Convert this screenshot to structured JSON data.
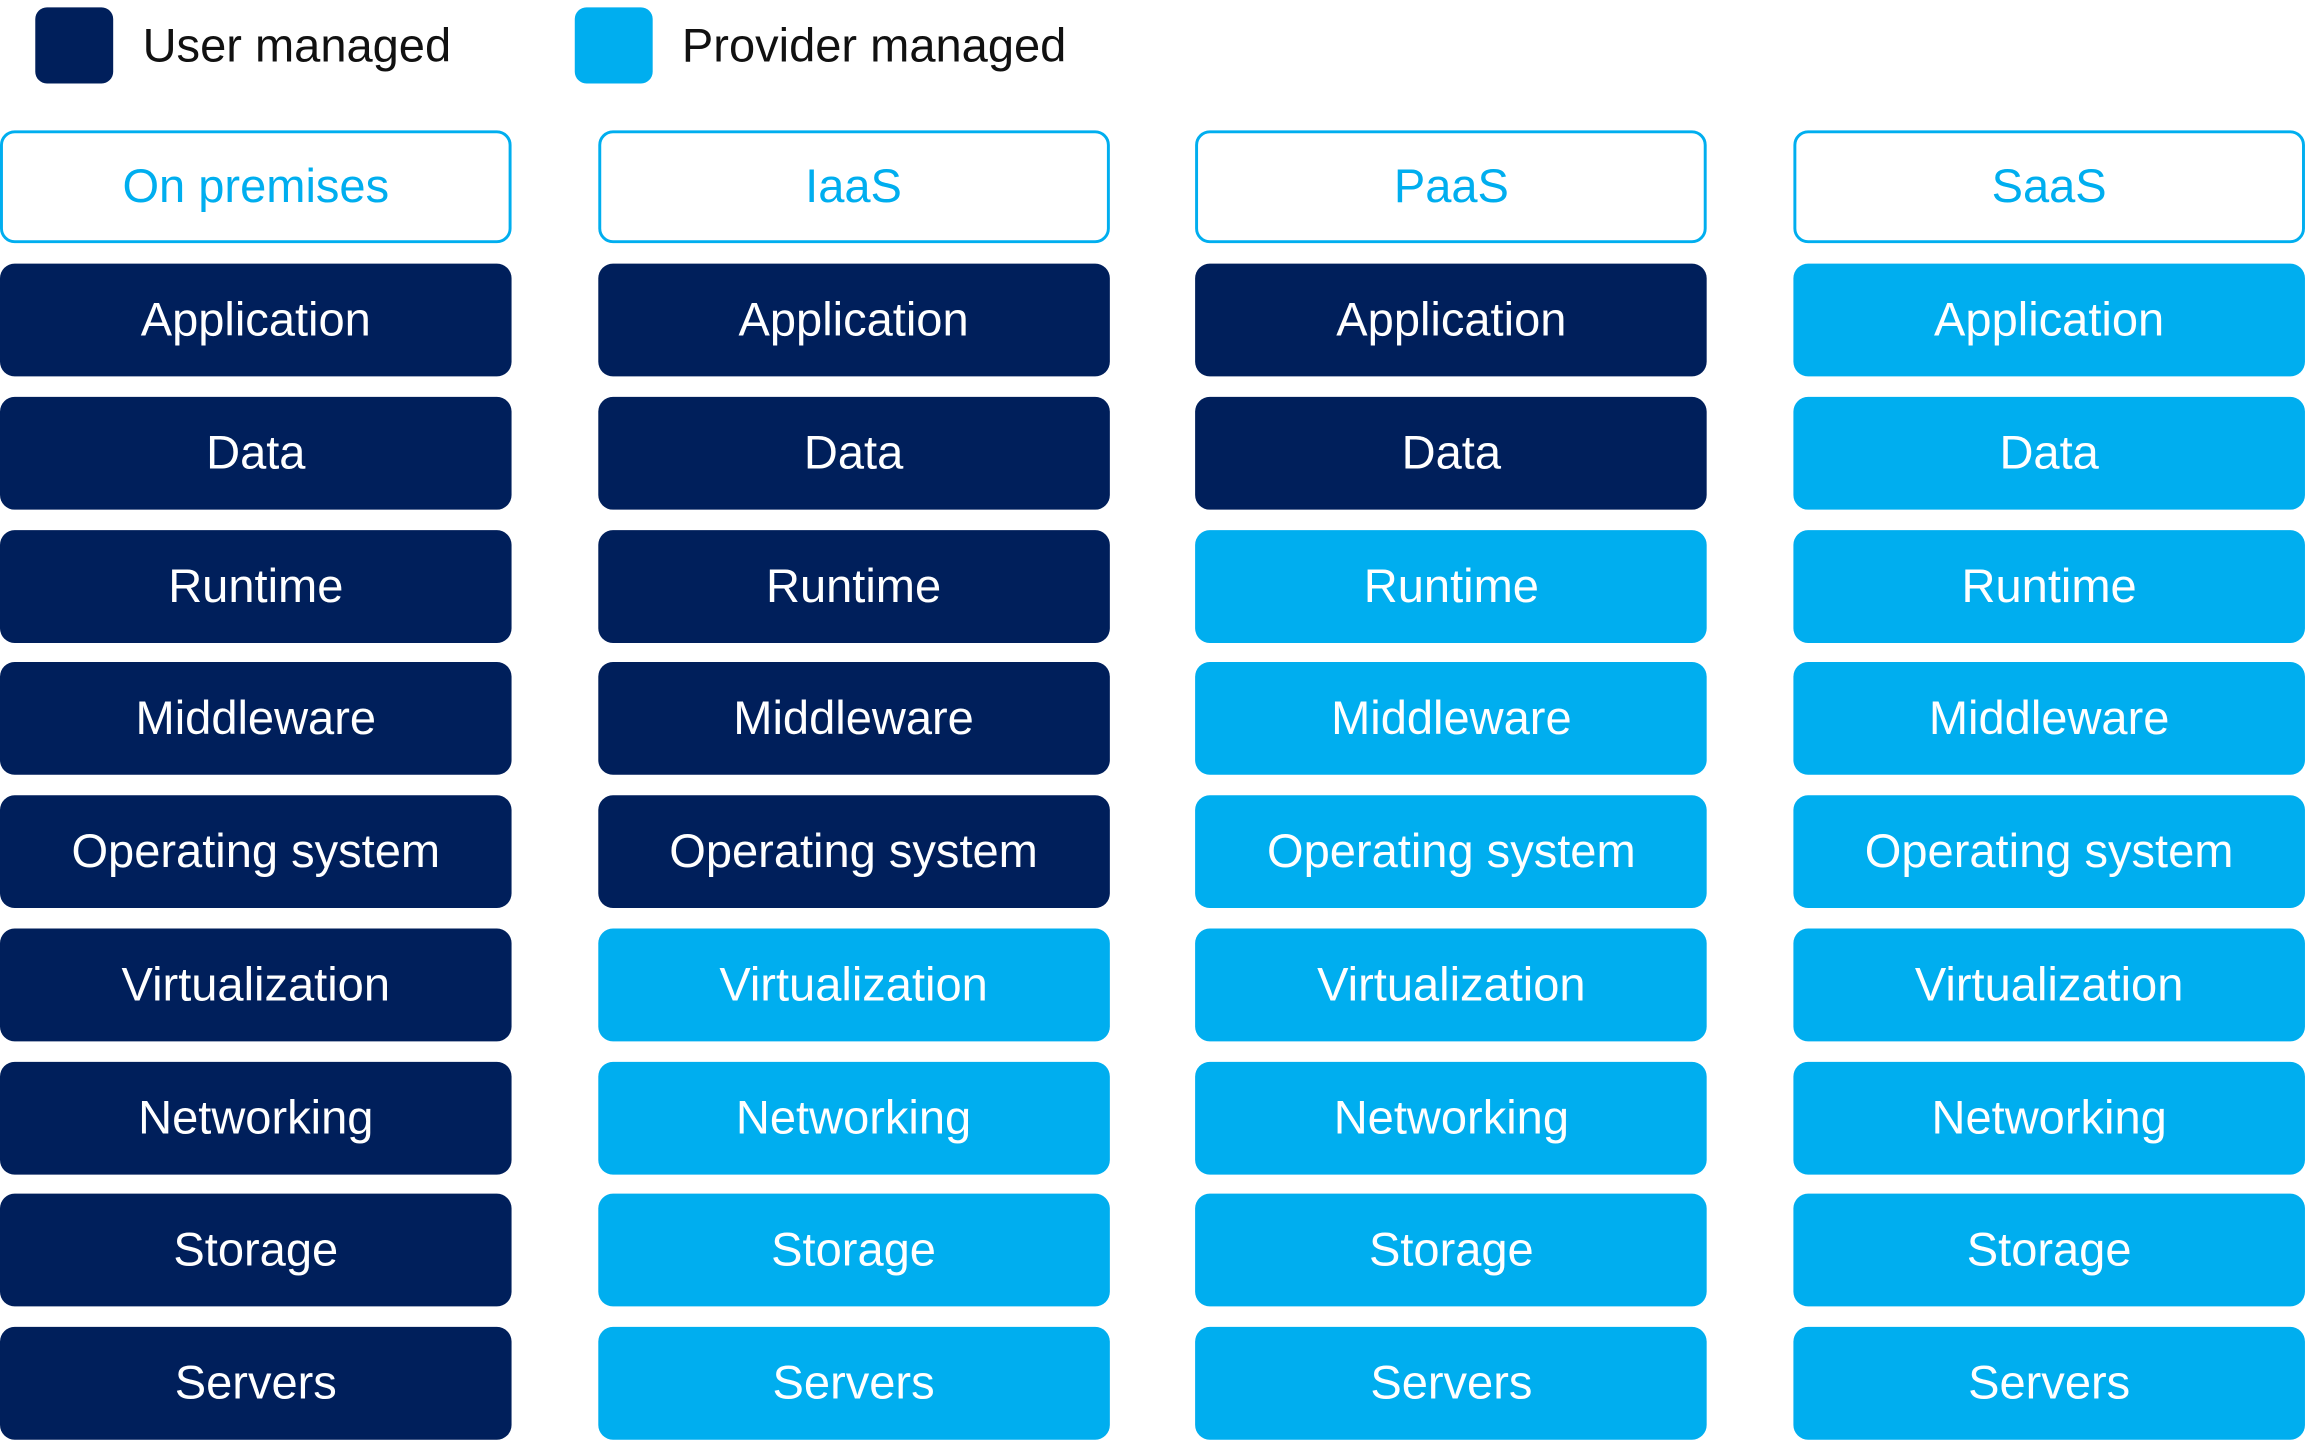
{
  "colors": {
    "user": "#001f5b",
    "provider": "#00aeef",
    "header_text": "#00aeef"
  },
  "legend": [
    {
      "label": "User managed",
      "kind": "user"
    },
    {
      "label": "Provider managed",
      "kind": "provider"
    }
  ],
  "columns": [
    {
      "title": "On premises",
      "layers": [
        {
          "label": "Application",
          "kind": "user"
        },
        {
          "label": "Data",
          "kind": "user"
        },
        {
          "label": "Runtime",
          "kind": "user"
        },
        {
          "label": "Middleware",
          "kind": "user"
        },
        {
          "label": "Operating system",
          "kind": "user"
        },
        {
          "label": "Virtualization",
          "kind": "user"
        },
        {
          "label": "Networking",
          "kind": "user"
        },
        {
          "label": "Storage",
          "kind": "user"
        },
        {
          "label": "Servers",
          "kind": "user"
        }
      ]
    },
    {
      "title": "IaaS",
      "layers": [
        {
          "label": "Application",
          "kind": "user"
        },
        {
          "label": "Data",
          "kind": "user"
        },
        {
          "label": "Runtime",
          "kind": "user"
        },
        {
          "label": "Middleware",
          "kind": "user"
        },
        {
          "label": "Operating system",
          "kind": "user"
        },
        {
          "label": "Virtualization",
          "kind": "provider"
        },
        {
          "label": "Networking",
          "kind": "provider"
        },
        {
          "label": "Storage",
          "kind": "provider"
        },
        {
          "label": "Servers",
          "kind": "provider"
        }
      ]
    },
    {
      "title": "PaaS",
      "layers": [
        {
          "label": "Application",
          "kind": "user"
        },
        {
          "label": "Data",
          "kind": "user"
        },
        {
          "label": "Runtime",
          "kind": "provider"
        },
        {
          "label": "Middleware",
          "kind": "provider"
        },
        {
          "label": "Operating system",
          "kind": "provider"
        },
        {
          "label": "Virtualization",
          "kind": "provider"
        },
        {
          "label": "Networking",
          "kind": "provider"
        },
        {
          "label": "Storage",
          "kind": "provider"
        },
        {
          "label": "Servers",
          "kind": "provider"
        }
      ]
    },
    {
      "title": "SaaS",
      "layers": [
        {
          "label": "Application",
          "kind": "provider"
        },
        {
          "label": "Data",
          "kind": "provider"
        },
        {
          "label": "Runtime",
          "kind": "provider"
        },
        {
          "label": "Middleware",
          "kind": "provider"
        },
        {
          "label": "Operating system",
          "kind": "provider"
        },
        {
          "label": "Virtualization",
          "kind": "provider"
        },
        {
          "label": "Networking",
          "kind": "provider"
        },
        {
          "label": "Storage",
          "kind": "provider"
        },
        {
          "label": "Servers",
          "kind": "provider"
        }
      ]
    }
  ]
}
